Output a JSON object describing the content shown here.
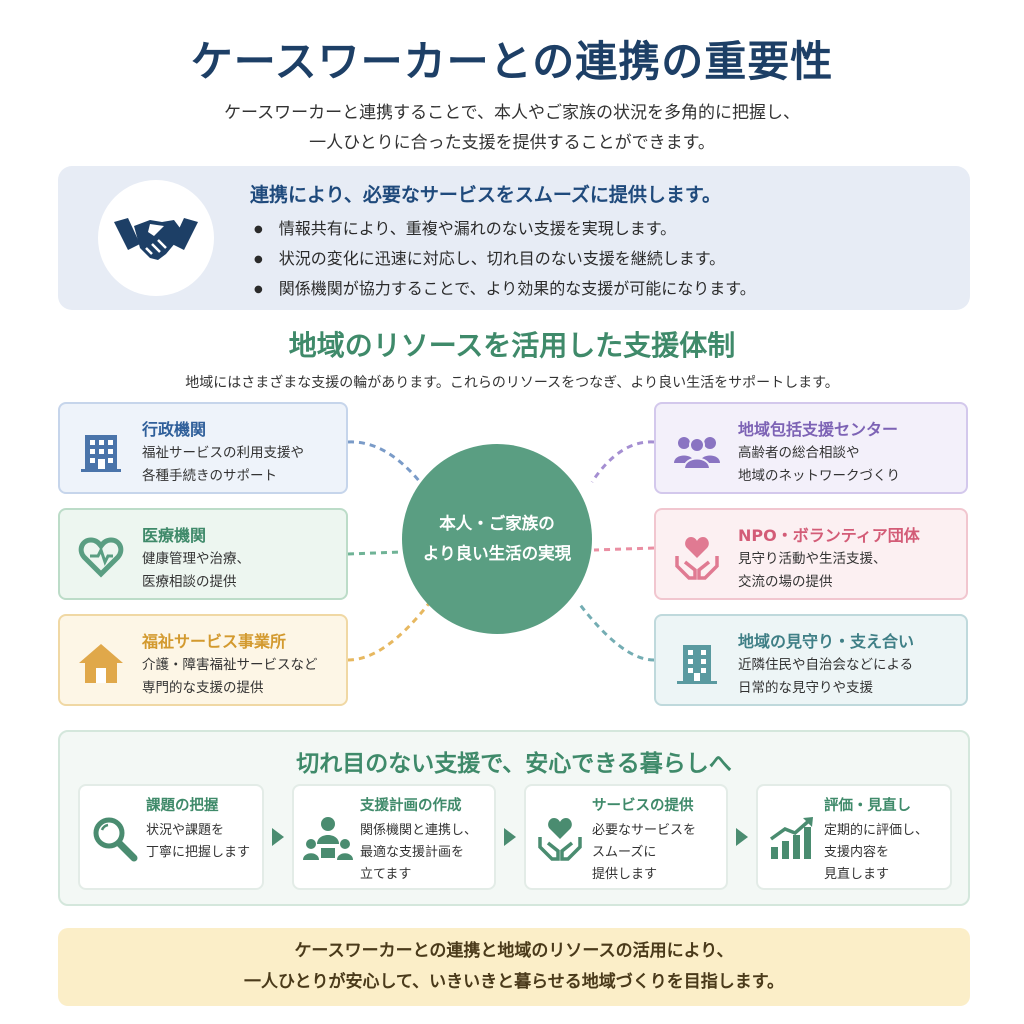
{
  "title": "ケースワーカーとの連携の重要性",
  "subtitle": [
    "ケースワーカーと連携することで、本人やご家族の状況を多角的に把握し、",
    "一人ひとりに合った支援を提供することができます。"
  ],
  "collaboration": {
    "heading": "連携により、必要なサービスをスムーズに提供します。",
    "icon": "handshake-icon",
    "bullets": [
      "情報共有により、重複や漏れのない支援を実現します。",
      "状況の変化に迅速に対応し、切れ目のない支援を継続します。",
      "関係機関が協力することで、より効果的な支援が可能になります。"
    ]
  },
  "resources": {
    "title": "地域のリソースを活用した支援体制",
    "description": "地域にはさまざまな支援の輪があります。これらのリソースをつなぎ、より良い生活をサポートします。",
    "center": [
      "本人・ご家族の",
      "より良い生活の実現"
    ],
    "items": [
      {
        "title": "行政機関",
        "lines": [
          "福祉サービスの利用支援や",
          "各種手続きのサポート"
        ],
        "icon": "building-icon",
        "color": "#4a74aa"
      },
      {
        "title": "医療機関",
        "lines": [
          "健康管理や治療、",
          "医療相談の提供"
        ],
        "icon": "heart-icon",
        "color": "#5a9e82"
      },
      {
        "title": "福祉サービス事業所",
        "lines": [
          "介護・障害福祉サービスなど",
          "専門的な支援の提供"
        ],
        "icon": "house-icon",
        "color": "#e0a84a"
      },
      {
        "title": "地域包括支援センター",
        "lines": [
          "高齢者の総合相談や",
          "地域のネットワークづくり"
        ],
        "icon": "people-icon",
        "color": "#8a74c2"
      },
      {
        "title": "NPO・ボランティア団体",
        "lines": [
          "見守り活動や生活支援、",
          "交流の場の提供"
        ],
        "icon": "heart-hands-icon",
        "color": "#e07a92"
      },
      {
        "title": "地域の見守り・支え合い",
        "lines": [
          "近隣住民や自治会などによる",
          "日常的な見守りや支援"
        ],
        "icon": "apartment-icon",
        "color": "#5a9aa0"
      }
    ]
  },
  "flow": {
    "title": "切れ目のない支援で、安心できる暮らしへ",
    "steps": [
      {
        "title": "課題の把握",
        "lines": [
          "状況や課題を",
          "丁寧に把握します"
        ],
        "icon": "magnifier-icon"
      },
      {
        "title": "支援計画の作成",
        "lines": [
          "関係機関と連携し、",
          "最適な支援計画を",
          "立てます"
        ],
        "icon": "team-icon"
      },
      {
        "title": "サービスの提供",
        "lines": [
          "必要なサービスを",
          "スムーズに",
          "提供します"
        ],
        "icon": "heart-hands-icon"
      },
      {
        "title": "評価・見直し",
        "lines": [
          "定期的に評価し、",
          "支援内容を",
          "見直します"
        ],
        "icon": "growth-chart-icon"
      }
    ]
  },
  "footer": [
    "ケースワーカーとの連携と地域のリソースの活用により、",
    "一人ひとりが安心して、いきいきと暮らせる地域づくりを目指します。"
  ]
}
